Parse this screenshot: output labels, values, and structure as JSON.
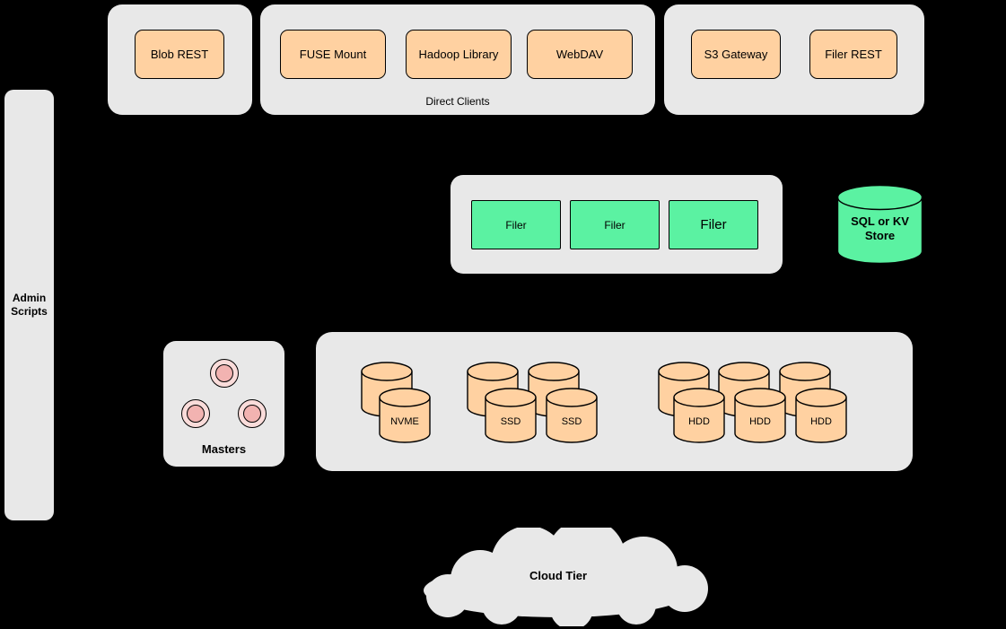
{
  "colors": {
    "background": "#000000",
    "panel_gray": "#e8e8e8",
    "node_orange": "#ffd1a1",
    "node_green": "#5bf2a2",
    "master_pink": "#f2b3b1",
    "stroke": "#000000"
  },
  "admin_panel": {
    "label": "Admin Scripts"
  },
  "client_groups": {
    "blob": {
      "buttons": [
        "Blob REST"
      ]
    },
    "direct": {
      "label": "Direct Clients",
      "buttons": [
        "FUSE Mount",
        "Hadoop Library",
        "WebDAV"
      ]
    },
    "gateway": {
      "buttons": [
        "S3 Gateway",
        "Filer REST"
      ]
    }
  },
  "filer_panel": {
    "filers": [
      "Filer",
      "Filer",
      "Filer"
    ]
  },
  "store": {
    "label": "SQL or KV Store"
  },
  "masters_panel": {
    "label": "Masters"
  },
  "volume_panel": {
    "nvme_label": "NVME",
    "ssd_labels": [
      "SSD",
      "SSD"
    ],
    "hdd_labels": [
      "HDD",
      "HDD",
      "HDD"
    ]
  },
  "cloud": {
    "label": "Cloud Tier"
  }
}
